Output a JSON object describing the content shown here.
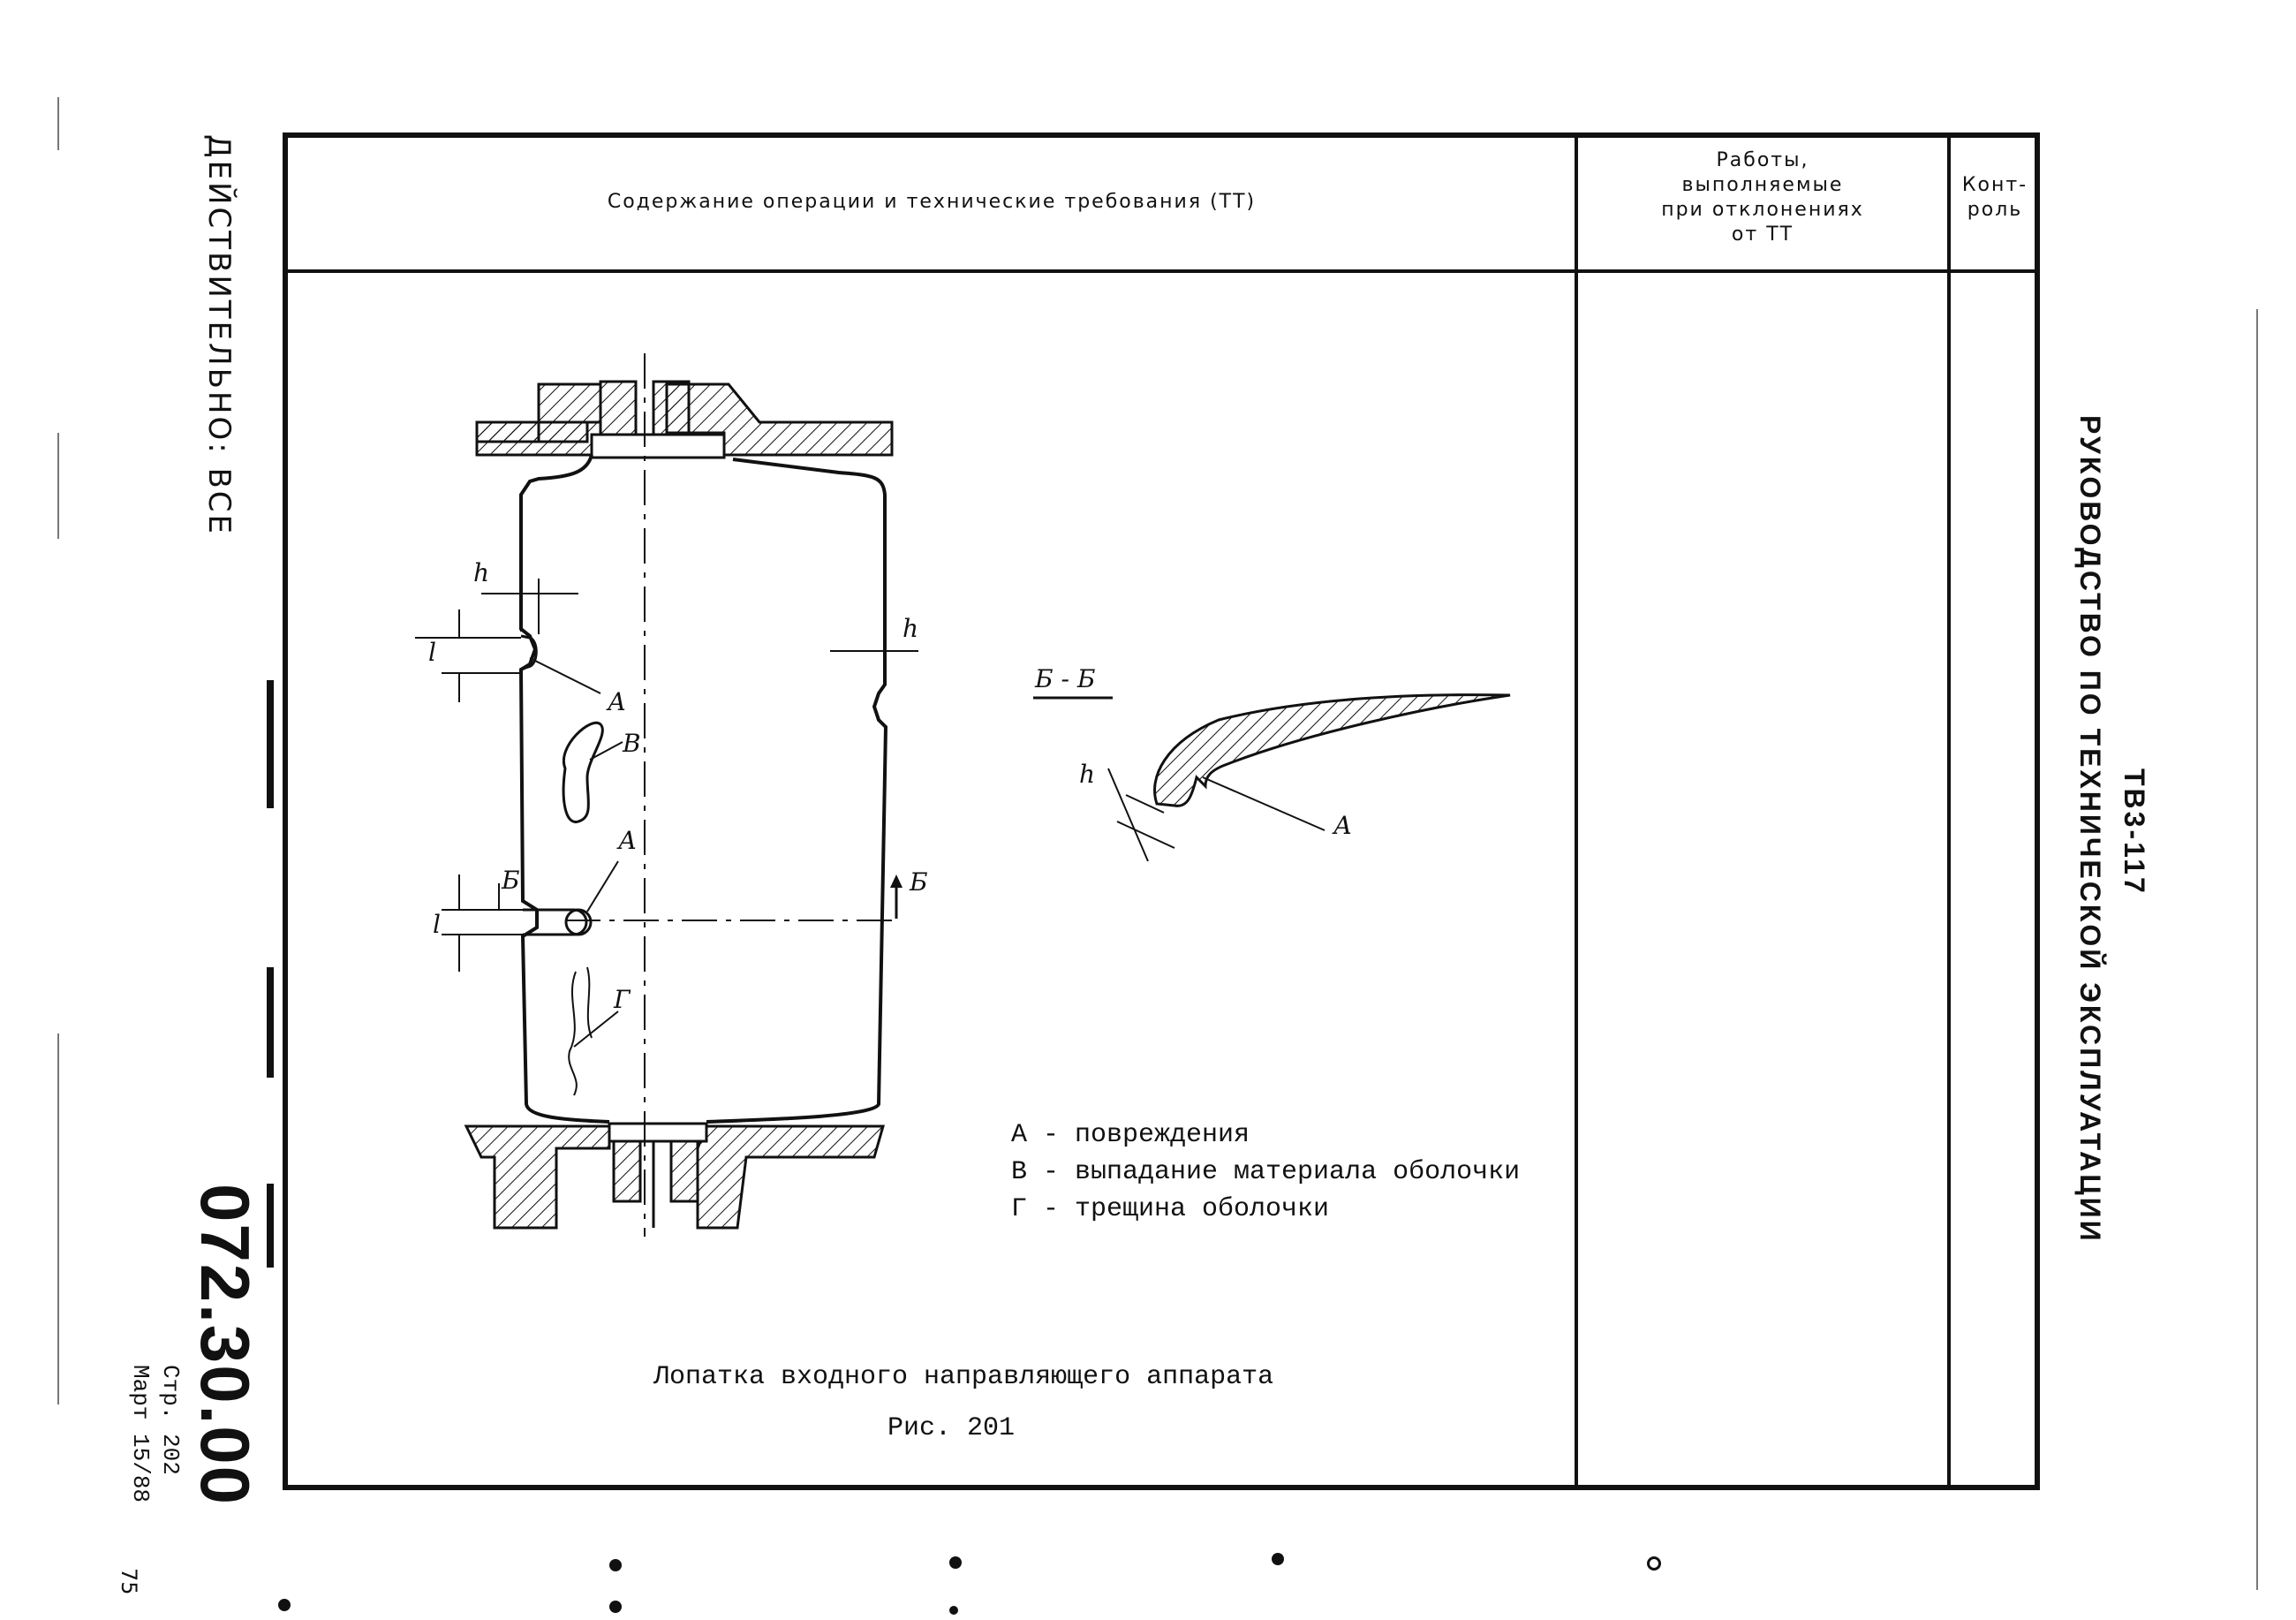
{
  "table": {
    "col1_header": "Содержание операции и технические требования (ТТ)",
    "col2_header": [
      "Работы,",
      "выполняемые",
      "при отклонениях",
      "от ТТ"
    ],
    "col3_header": [
      "Конт-",
      "роль"
    ]
  },
  "side": {
    "left_text": "ДЕЙСТВИТЕЛЬНО: ВСЕ",
    "doc_code": "072.30.00",
    "page": "Стр. 202",
    "date": "Март 15/88",
    "right_line1": "ТВ3-117",
    "right_line2": "РУКОВОДСТВО ПО ТЕХНИЧЕСКОЙ ЭКСПЛУАТАЦИИ",
    "corner_mark": "75"
  },
  "figure": {
    "section_label": "Б - Б",
    "labels": {
      "A": "А",
      "B": "В",
      "G": "Г",
      "Bsec": "Б",
      "h": "h",
      "l": "l"
    },
    "legend": [
      "А - повреждения",
      "В - выпадание материала оболочки",
      "Г - трещина оболочки"
    ],
    "caption": "Лопатка входного направляющего аппарата",
    "fig_number": "Рис. 201"
  }
}
